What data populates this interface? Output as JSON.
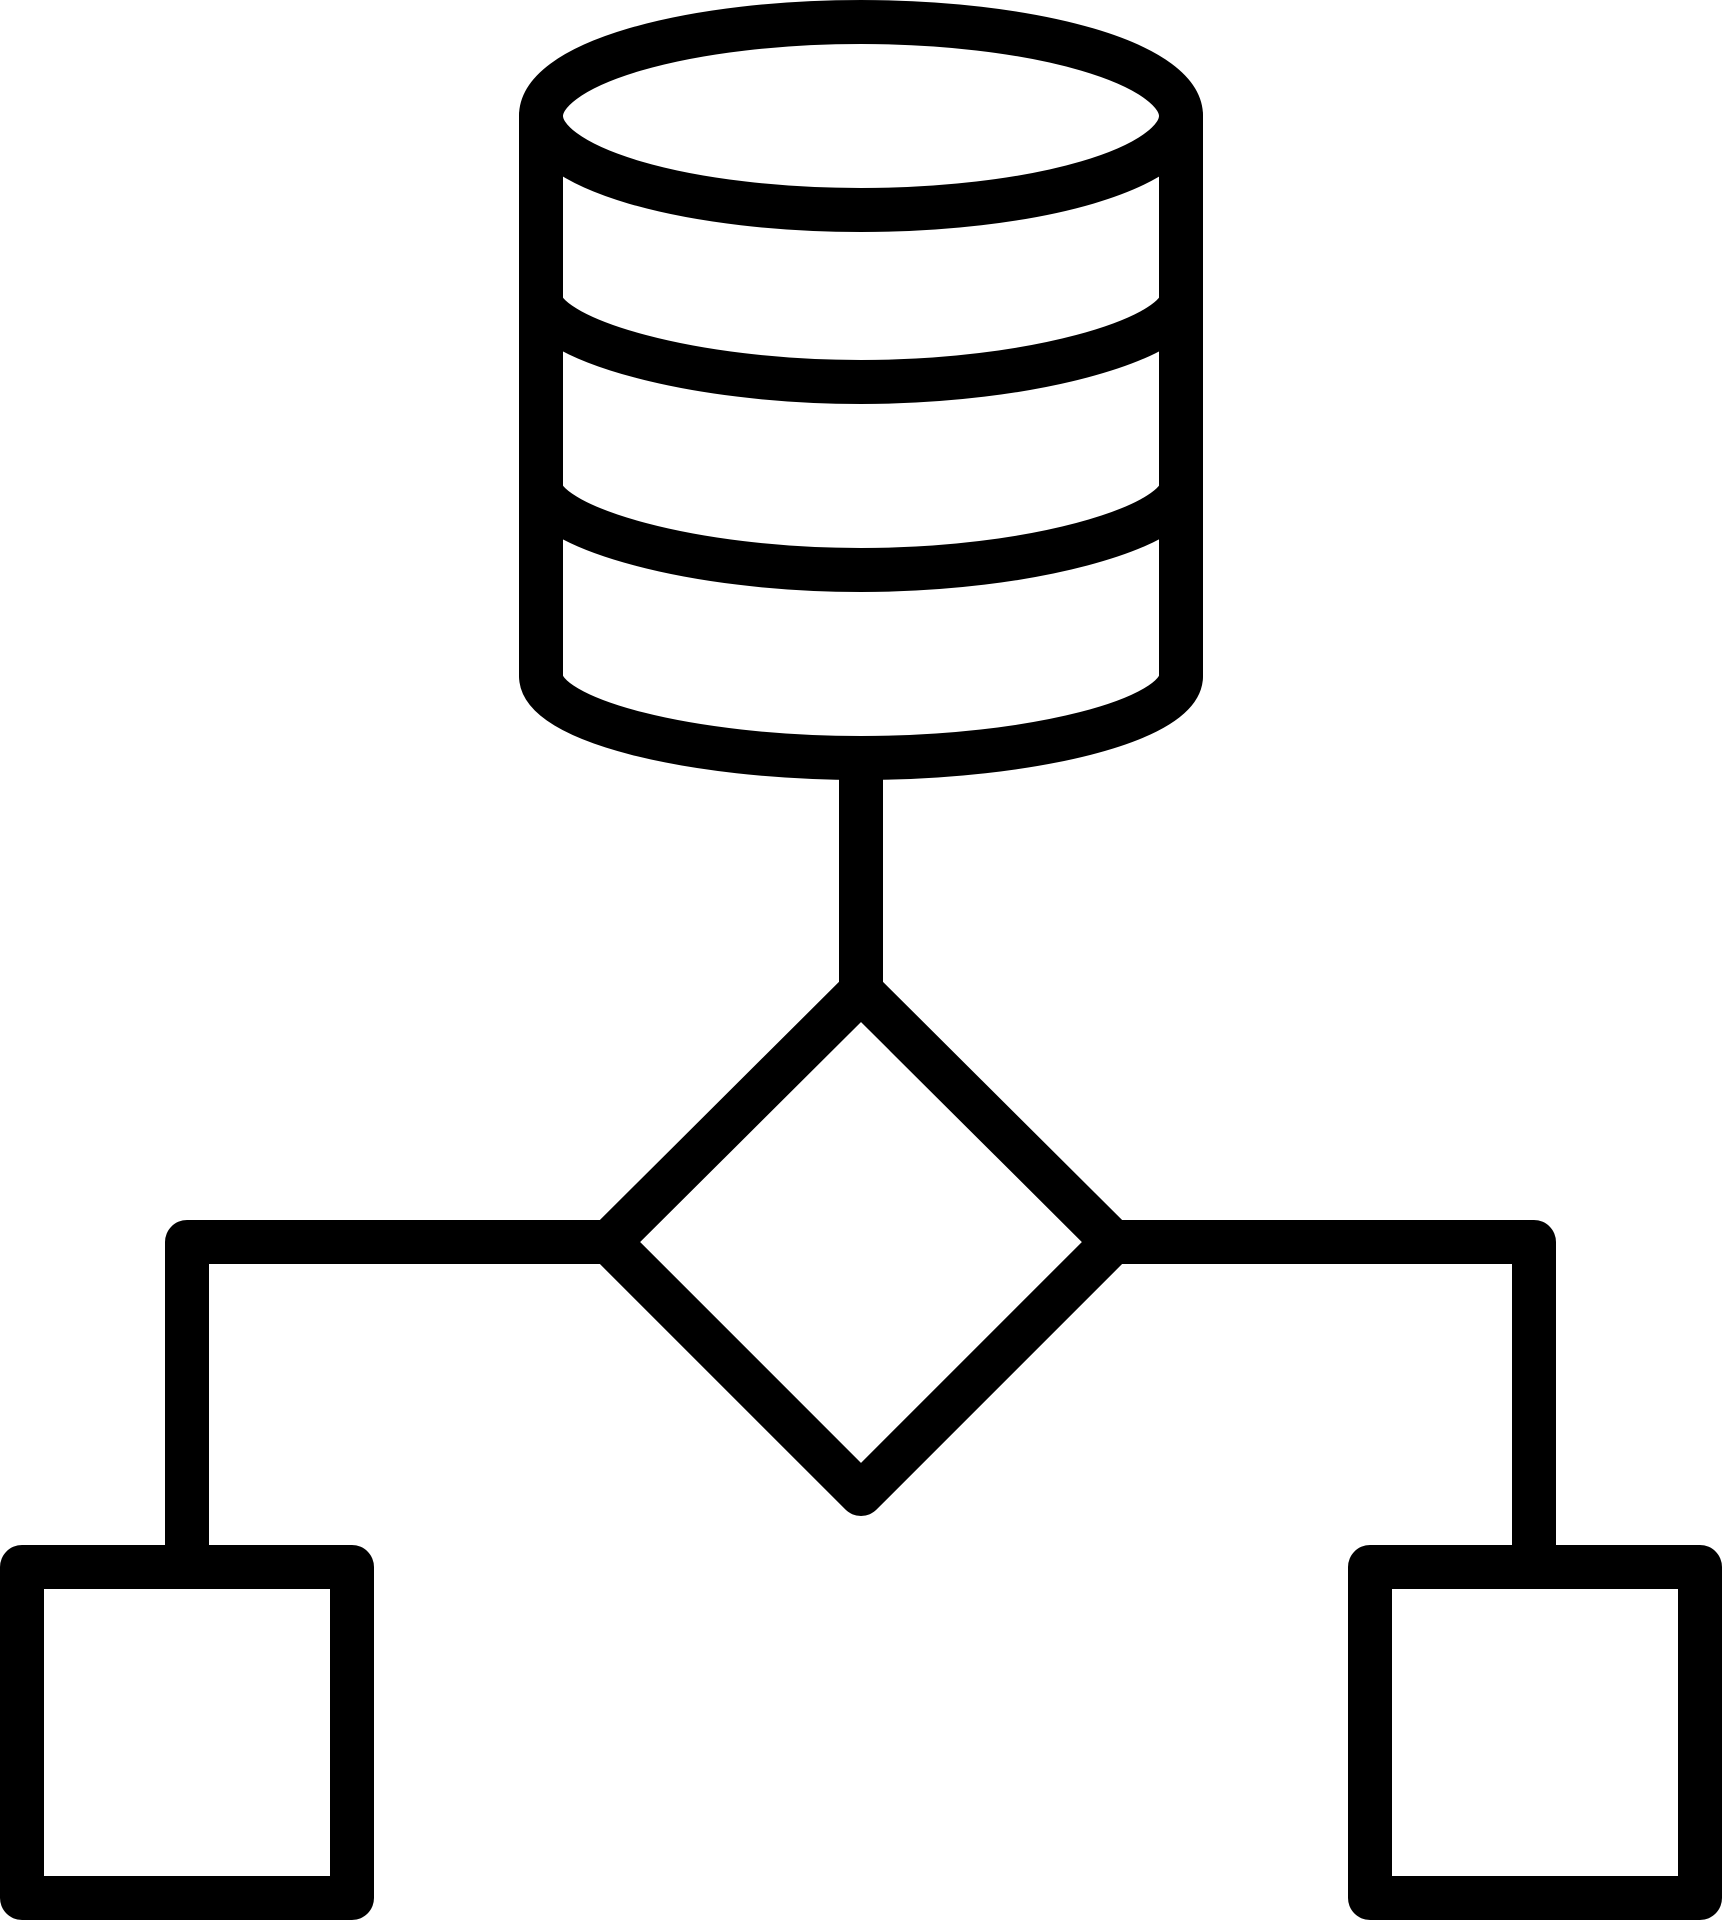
{
  "diagram": {
    "type": "icon",
    "icon_name": "database-flowchart-icon",
    "style": "outline",
    "stroke_color": "#000000",
    "background_color": "#ffffff",
    "nodes": [
      {
        "id": "database",
        "shape": "cylinder",
        "icon": "database-icon"
      },
      {
        "id": "decision",
        "shape": "diamond",
        "icon": "decision-diamond-icon"
      },
      {
        "id": "left-output",
        "shape": "square",
        "icon": "left-box-icon"
      },
      {
        "id": "right-output",
        "shape": "square",
        "icon": "right-box-icon"
      }
    ],
    "edges": [
      {
        "from": "database",
        "to": "decision"
      },
      {
        "from": "decision",
        "to": "left-output"
      },
      {
        "from": "decision",
        "to": "right-output"
      }
    ]
  }
}
